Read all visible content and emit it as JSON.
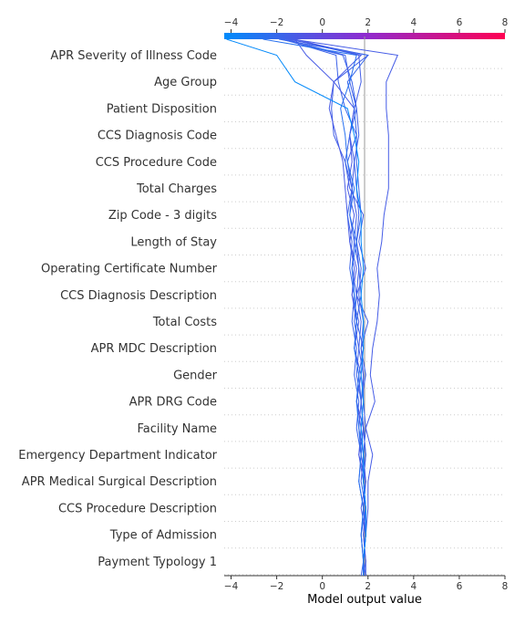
{
  "chart_data": {
    "type": "line",
    "plot_kind": "decision plot",
    "xlabel": "Model output value",
    "ylabel": "",
    "xlim": [
      -4.3,
      8
    ],
    "x_ticks": [
      -4,
      -2,
      0,
      2,
      4,
      6,
      8
    ],
    "x_tick_labels": [
      "−4",
      "−2",
      "0",
      "2",
      "4",
      "6",
      "8"
    ],
    "base_value": 1.85,
    "colorbar": {
      "stops": [
        "#008bfb",
        "#8e2bd0",
        "#ff0052"
      ]
    },
    "features": [
      "APR Severity of Illness Code",
      "Age Group",
      "Patient Disposition",
      "CCS Diagnosis Code",
      "CCS Procedure Code",
      "Total Charges",
      "Zip Code - 3 digits",
      "Length of Stay",
      "Operating Certificate Number",
      "CCS Diagnosis Description",
      "Total Costs",
      "APR MDC Description",
      "Gender",
      "APR DRG Code",
      "Facility Name",
      "Emergency Department Indicator",
      "APR Medical Surgical Description",
      "CCS Procedure Description",
      "Type of Admission",
      "Payment Typology 1"
    ],
    "series": [
      {
        "values": [
          1.8,
          1.8,
          1.9,
          1.8,
          1.9,
          1.8,
          1.9,
          1.8,
          1.8,
          1.7,
          2.0,
          1.5,
          1.9,
          1.6,
          1.8,
          1.2,
          1.0,
          0.5,
          0.4,
          0.5,
          2.0,
          -1.5
        ]
      },
      {
        "values": [
          1.8,
          1.8,
          1.9,
          2.0,
          2.0,
          2.2,
          1.9,
          2.3,
          2.1,
          2.2,
          2.4,
          2.5,
          2.4,
          2.6,
          2.7,
          2.9,
          2.9,
          2.9,
          2.8,
          2.8,
          3.3,
          -1.3
        ]
      },
      {
        "values": [
          1.8,
          1.8,
          1.9,
          1.8,
          1.9,
          1.7,
          1.8,
          1.7,
          1.8,
          1.6,
          1.7,
          1.5,
          1.6,
          1.4,
          1.5,
          1.3,
          1.4,
          1.2,
          1.4,
          1.7,
          1.6,
          -1.4
        ]
      },
      {
        "values": [
          1.9,
          1.9,
          1.8,
          1.9,
          1.7,
          1.8,
          1.6,
          1.7,
          1.5,
          1.6,
          1.4,
          1.5,
          1.3,
          1.4,
          1.2,
          1.3,
          1.1,
          1.5,
          1.0,
          0.7,
          0.6,
          -1.7
        ]
      },
      {
        "values": [
          1.8,
          1.9,
          1.8,
          1.9,
          1.8,
          1.6,
          1.7,
          1.5,
          1.6,
          1.4,
          1.5,
          1.3,
          1.4,
          1.2,
          1.1,
          1.0,
          0.9,
          0.6,
          0.3,
          0.5,
          -0.7,
          -1.2
        ]
      },
      {
        "values": [
          1.9,
          1.8,
          1.9,
          1.7,
          1.9,
          1.6,
          1.8,
          1.5,
          1.7,
          1.4,
          1.6,
          1.3,
          1.5,
          1.2,
          1.4,
          1.1,
          1.3,
          1.2,
          1.4,
          0.5,
          1.7,
          -1.2
        ]
      },
      {
        "values": [
          1.7,
          1.8,
          1.7,
          1.8,
          1.6,
          1.7,
          1.5,
          1.6,
          1.4,
          1.5,
          1.3,
          1.4,
          1.2,
          1.3,
          1.1,
          1.3,
          1.0,
          1.2,
          1.5,
          1.3,
          0.9,
          -1.8
        ]
      },
      {
        "values": [
          1.8,
          1.8,
          1.7,
          1.9,
          1.8,
          1.9,
          1.8,
          1.7,
          1.6,
          1.8,
          1.5,
          1.7,
          1.6,
          1.5,
          1.7,
          1.6,
          1.5,
          1.5,
          1.4,
          1.1,
          2.0,
          -1.9
        ]
      },
      {
        "values": [
          1.8,
          1.8,
          1.9,
          1.9,
          1.8,
          1.9,
          1.8,
          1.7,
          1.9,
          1.7,
          1.8,
          1.6,
          1.7,
          1.5,
          1.6,
          1.5,
          1.4,
          1.6,
          1.5,
          1.2,
          1.0,
          -1.6
        ]
      },
      {
        "values": [
          1.8,
          1.8,
          1.9,
          1.9,
          1.8,
          1.8,
          1.7,
          1.8,
          1.7,
          1.8,
          1.8,
          1.7,
          1.8,
          1.7,
          1.7,
          1.5,
          1.6,
          1.4,
          1.1,
          -1.2,
          -2.0,
          -4.2
        ]
      },
      {
        "values": [
          1.8,
          1.8,
          1.7,
          1.8,
          1.6,
          1.7,
          1.6,
          1.5,
          1.6,
          1.4,
          1.5,
          1.4,
          1.3,
          1.5,
          1.2,
          1.4,
          1.1,
          1.0,
          0.8,
          1.2,
          1.5,
          -2.6
        ]
      }
    ]
  }
}
